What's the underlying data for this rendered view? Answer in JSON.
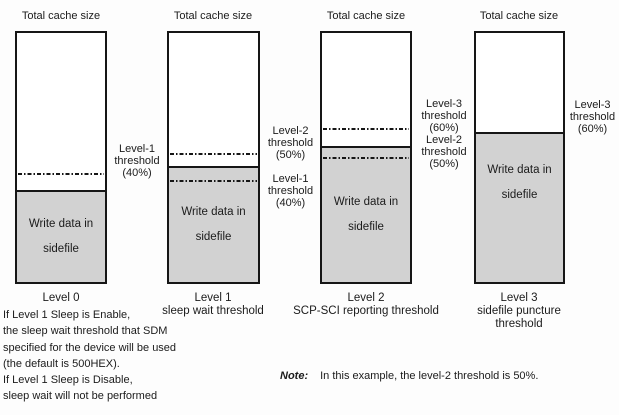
{
  "figure": {
    "bars": [
      {
        "title": "Total cache size",
        "sidefile_label": [
          "Write data in",
          "sidefile"
        ],
        "caption": "Level 0",
        "subcaption": [],
        "thresholds": [
          {
            "lines": [
              "Level-1",
              "threshold",
              "(40%)"
            ],
            "percent": 40
          }
        ]
      },
      {
        "title": "Total cache size",
        "sidefile_label": [
          "Write data in",
          "sidefile"
        ],
        "caption": "Level 1",
        "subcaption": [
          "sleep wait threshold"
        ],
        "thresholds": [
          {
            "lines": [
              "Level-2",
              "threshold",
              "(50%)"
            ],
            "percent": 50
          },
          {
            "lines": [
              "Level-1",
              "threshold",
              "(40%)"
            ],
            "percent": 40
          }
        ]
      },
      {
        "title": "Total cache size",
        "sidefile_label": [
          "Write data in",
          "sidefile"
        ],
        "caption": "Level 2",
        "subcaption": [
          "SCP-SCI reporting threshold"
        ],
        "thresholds": [
          {
            "lines": [
              "Level-3",
              "threshold",
              "(60%)"
            ],
            "percent": 60
          },
          {
            "lines": [
              "Level-2",
              "threshold",
              "(50%)"
            ],
            "percent": 50
          }
        ]
      },
      {
        "title": "Total cache size",
        "sidefile_label": [
          "Write data in",
          "sidefile"
        ],
        "caption": "Level 3",
        "subcaption": [
          "sidefile puncture",
          "threshold"
        ],
        "thresholds": [
          {
            "lines": [
              "Level-3",
              "threshold",
              "(60%)"
            ],
            "percent": 60
          }
        ]
      }
    ],
    "footnote_lines": [
      "If Level 1 Sleep is Enable,",
      "the sleep wait threshold that SDM",
      "specified for the device will be used",
      "(the default is 500HEX).",
      "If Level 1 Sleep is Disable,",
      "sleep wait will not be performed"
    ],
    "note": {
      "label": "Note:",
      "text": "In this example, the level-2 threshold is 50%."
    },
    "colors": {
      "sidefile_fill": "#d2d2d2",
      "line": "#161616"
    }
  }
}
